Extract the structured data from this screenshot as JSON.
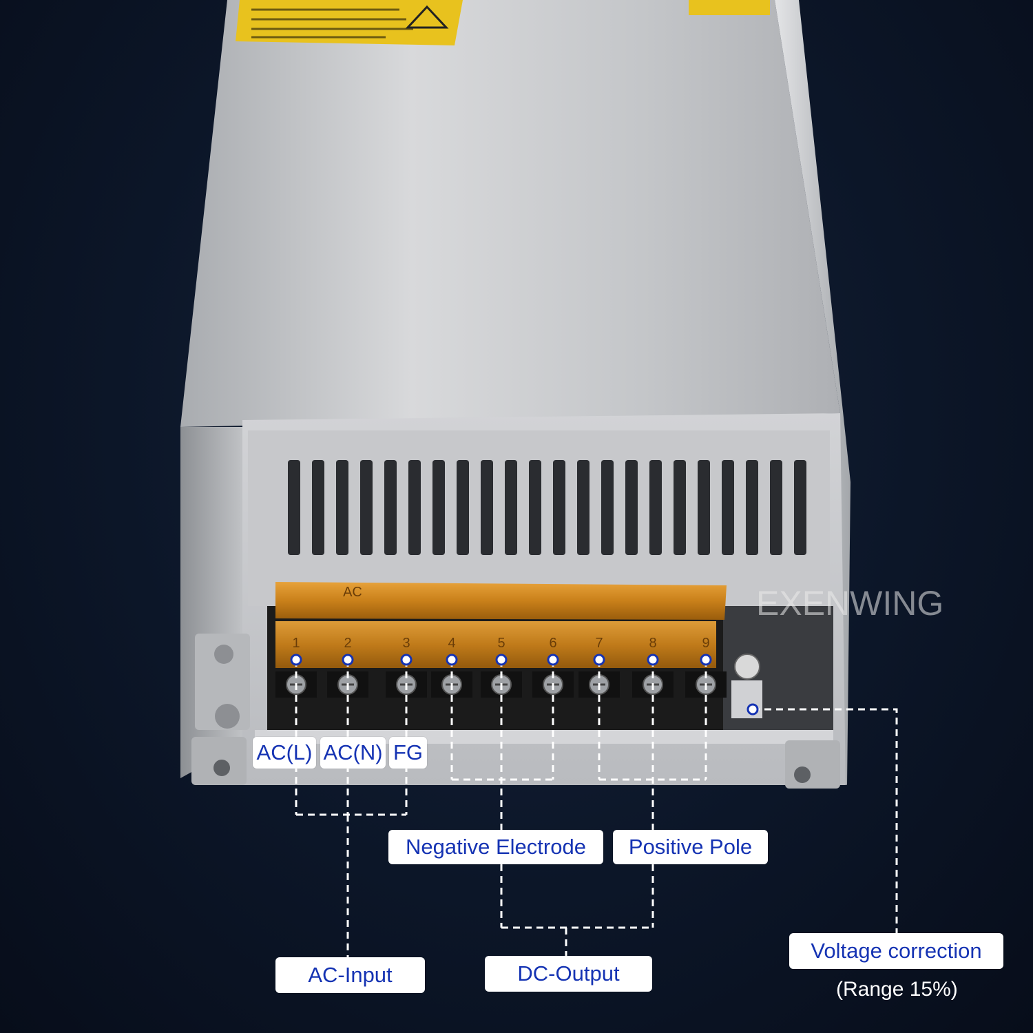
{
  "brand": "EXENWING",
  "labels": {
    "ac_l": "AC(L)",
    "ac_n": "AC(N)",
    "fg": "FG",
    "negative": "Negative Electrode",
    "positive": "Positive Pole",
    "ac_input": "AC-Input",
    "dc_output": "DC-Output",
    "voltage": "Voltage correction",
    "range": "(Range 15%)"
  },
  "terminal_numbers": [
    "1",
    "2",
    "3",
    "4",
    "5",
    "6",
    "7",
    "8",
    "9"
  ],
  "cover_marks": [
    "AC"
  ],
  "colors": {
    "label_text": "#1533b3",
    "label_bg": "#ffffff",
    "leader_line": "#ffffff",
    "terminal_cover": "#d98f1f",
    "terminal_block": "#1b1b1b",
    "housing": "#c9cbce"
  }
}
